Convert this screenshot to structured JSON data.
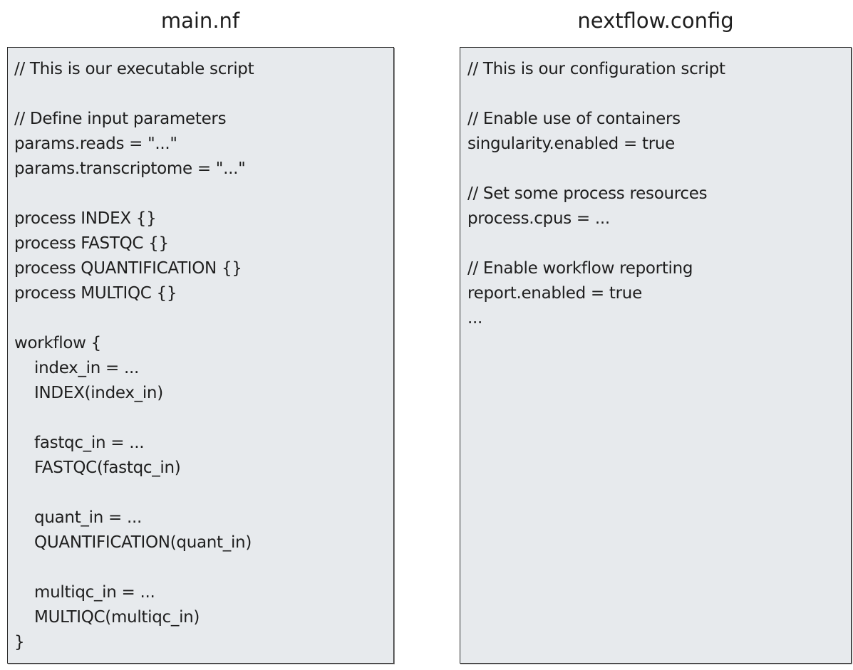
{
  "main_nf": {
    "title": "main.nf",
    "lines": [
      "// This is our executable script",
      "",
      "// Define input parameters",
      "params.reads = \"...\"",
      "params.transcriptome = \"...\"",
      "",
      "process INDEX {}",
      "process FASTQC {}",
      "process QUANTIFICATION {}",
      "process MULTIQC {}",
      "",
      "workflow {",
      "    index_in = ...",
      "    INDEX(index_in)",
      "",
      "    fastqc_in = ...",
      "    FASTQC(fastqc_in)",
      "",
      "    quant_in = ...",
      "    QUANTIFICATION(quant_in)",
      "",
      "    multiqc_in = ...",
      "    MULTIQC(multiqc_in)",
      "}"
    ]
  },
  "nextflow_config": {
    "title": "nextflow.config",
    "lines": [
      "// This is our configuration script",
      "",
      "// Enable use of containers",
      "singularity.enabled = true",
      "",
      "// Set some process resources",
      "process.cpus = ...",
      "",
      "// Enable workflow reporting",
      "report.enabled = true",
      "..."
    ]
  }
}
